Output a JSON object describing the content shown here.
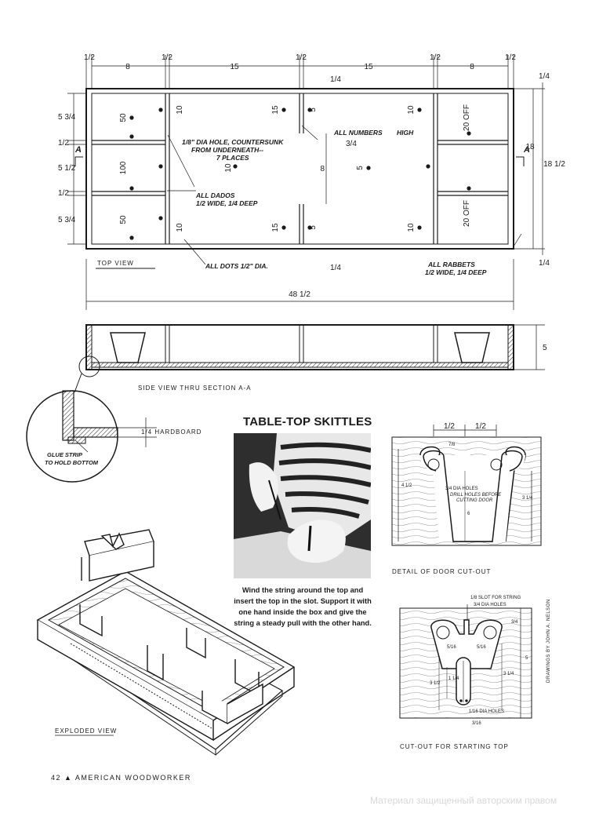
{
  "top_view": {
    "label": "TOP VIEW",
    "dims_top": [
      "8",
      "15",
      "15",
      "8"
    ],
    "half": "1/2",
    "quarter": "1/4",
    "three_quarter": "3/4",
    "dim_overall_length": "48 1/2",
    "dim_depth": "18",
    "dim_depth_outer": "18 1/2",
    "dim_center": "8",
    "left_dims": [
      "5 3/4",
      "1/2",
      "5 1/2",
      "1/2",
      "5 3/4"
    ],
    "scores": {
      "s50": "50",
      "s100": "100",
      "s10": "10",
      "s15": "15",
      "s5": "5",
      "s20off": "20 OFF"
    },
    "section_marker": "A",
    "notes": {
      "countersunk_1": "1/8\" DIA HOLE, COUNTERSUNK",
      "countersunk_2": "FROM UNDERNEATH--",
      "countersunk_3": "7 PLACES",
      "numbers_1": "ALL NUMBERS",
      "numbers_2": "HIGH",
      "dados_1": "ALL DADOS",
      "dados_2": "1/2 WIDE, 1/4 DEEP",
      "dots": "ALL DOTS 1/2\" DIA.",
      "rabbets_1": "ALL RABBETS",
      "rabbets_2": "1/2 WIDE, 1/4 DEEP"
    }
  },
  "side_view": {
    "label": "SIDE VIEW THRU SECTION A-A",
    "dim_height": "5"
  },
  "detail": {
    "hardboard": "1/4  HARDBOARD",
    "glue_1": "GLUE STRIP",
    "glue_2": "TO HOLD BOTTOM"
  },
  "title": "TABLE-TOP SKITTLES",
  "photo_caption": "Wind the string around the top and insert the top in the slot. Support it with one hand inside the box and give the string a steady pull with the other hand.",
  "door_detail": {
    "label": "DETAIL OF DOOR CUT-OUT",
    "dim_7_8": "7/8",
    "dim_4_1_2": "4 1/2",
    "dim_3_1_4": "3 1/4",
    "dim_6": "6",
    "holes": "3/4 DIA HOLES",
    "drill_1": "DRILL HOLES BEFORE",
    "drill_2": "CUTTING DOOR"
  },
  "starting_top": {
    "label": "CUT-OUT FOR STARTING TOP",
    "slot": "1/8 SLOT FOR STRING",
    "holes": "3/4 DIA HOLES",
    "small_holes": "1/16 DIA HOLES",
    "dim_3_16": "3/16",
    "dim_5": "5",
    "dim_3_1_2": "3 1/2",
    "dim_3_1_4": "3 1/4",
    "dim_1_1_4": "1 1/4",
    "dim_5_16": "5/16"
  },
  "exploded_label": "EXPLODED VIEW",
  "credit": "DRAWINGS BY JOHN A. NELSON",
  "footer": "42 ▲ AMERICAN WOODWORKER",
  "watermark": "Материал защищенный авторским правом"
}
